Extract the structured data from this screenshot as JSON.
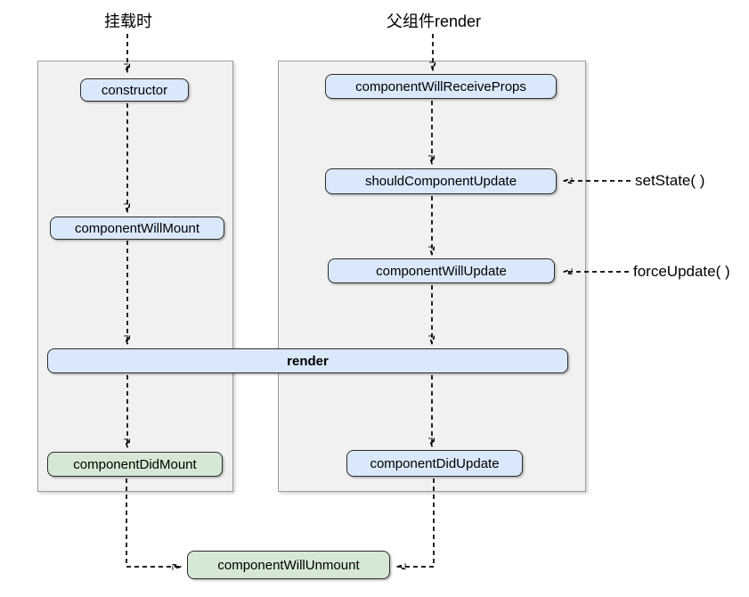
{
  "diagram": {
    "entry_labels": [
      {
        "id": "mount",
        "text": "挂载时"
      },
      {
        "id": "parent-render",
        "text": "父组件render"
      }
    ],
    "panels": [
      {
        "id": "mount-phase"
      },
      {
        "id": "update-phase"
      }
    ],
    "nodes": [
      {
        "id": "constructor",
        "label": "constructor",
        "color": "blue"
      },
      {
        "id": "componentWillMount",
        "label": "componentWillMount",
        "color": "blue"
      },
      {
        "id": "componentWillReceiveProps",
        "label": "componentWillReceiveProps",
        "color": "blue"
      },
      {
        "id": "shouldComponentUpdate",
        "label": "shouldComponentUpdate",
        "color": "blue"
      },
      {
        "id": "componentWillUpdate",
        "label": "componentWillUpdate",
        "color": "blue"
      },
      {
        "id": "render",
        "label": "render",
        "color": "blue",
        "bold": true
      },
      {
        "id": "componentDidMount",
        "label": "componentDidMount",
        "color": "green"
      },
      {
        "id": "componentDidUpdate",
        "label": "componentDidUpdate",
        "color": "blue"
      },
      {
        "id": "componentWillUnmount",
        "label": "componentWillUnmount",
        "color": "green"
      }
    ],
    "side_labels": [
      {
        "id": "setState",
        "text": "setState( )"
      },
      {
        "id": "forceUpdate",
        "text": "forceUpdate( )"
      }
    ]
  },
  "colors": {
    "node-blue": "#dae8fc",
    "node-green": "#d5e8d4",
    "node-border": "#2d2d2d",
    "panel-bg": "#f1f1f1",
    "panel-border": "#9e9e9e",
    "arrow": "#000000",
    "text": "#000000",
    "background": "#ffffff"
  }
}
